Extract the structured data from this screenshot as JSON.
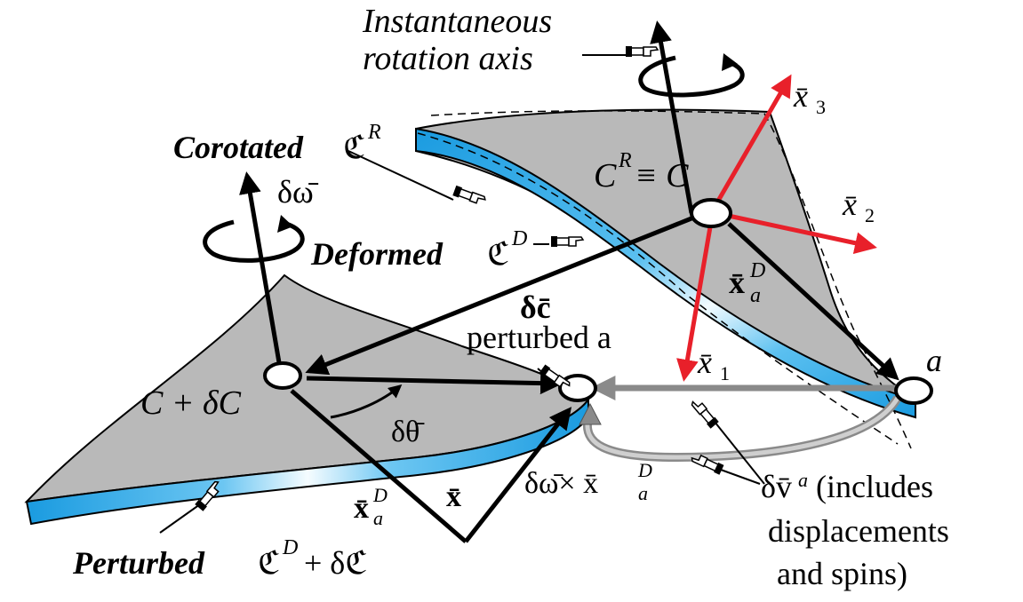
{
  "colors": {
    "shell_fill": "#b9b9b9",
    "shell_edge_blue": "#1a9be0",
    "shell_edge_light": "#dff4ff",
    "axis_red": "#e8202a",
    "arrow_black": "#000000",
    "arrow_gray": "#8a8a8a"
  },
  "icons": [
    "pointing-hand-icon",
    "rotation-arrow-icon"
  ],
  "labels": {
    "axis_line1": "Instantaneous",
    "axis_line2": "rotation axis",
    "corotated": "Corotated",
    "corotated_sym": "ℭ",
    "corotated_sup": "R",
    "deformed": "Deformed",
    "deformed_sym": "ℭ",
    "deformed_sup": "D",
    "cr_eq": "C",
    "cr_eq_sup": "R",
    "cr_eq_rhs": "≡ C",
    "dw": "δω̄",
    "dc": "δc̄",
    "perturbed_a": "perturbed a",
    "a": "a",
    "x1": "x̄",
    "x1_sub": "1",
    "x2": "x̄",
    "x2_sub": "2",
    "x3": "x̄",
    "x3_sub": "3",
    "xaD_right": "x̄",
    "xaD_right_sup": "D",
    "xaD_right_sub": "a",
    "c_dc": "C + δC",
    "dtheta": "δθ̄",
    "xaD_left": "x̄",
    "xaD_left_sup": "D",
    "xaD_left_sub": "a",
    "x": "x̄",
    "dwx": "δω̄× x̄",
    "dwx_sup": "D",
    "dwx_sub": "a",
    "dv": "δv̄",
    "dv_sup": "a",
    "dv_note1": "(includes",
    "dv_note2": "displacements",
    "dv_note3": "and spins)",
    "perturbed": "Perturbed",
    "perturbed_sym": "ℭ",
    "perturbed_sup": "D",
    "perturbed_rhs": "+ δℭ"
  }
}
